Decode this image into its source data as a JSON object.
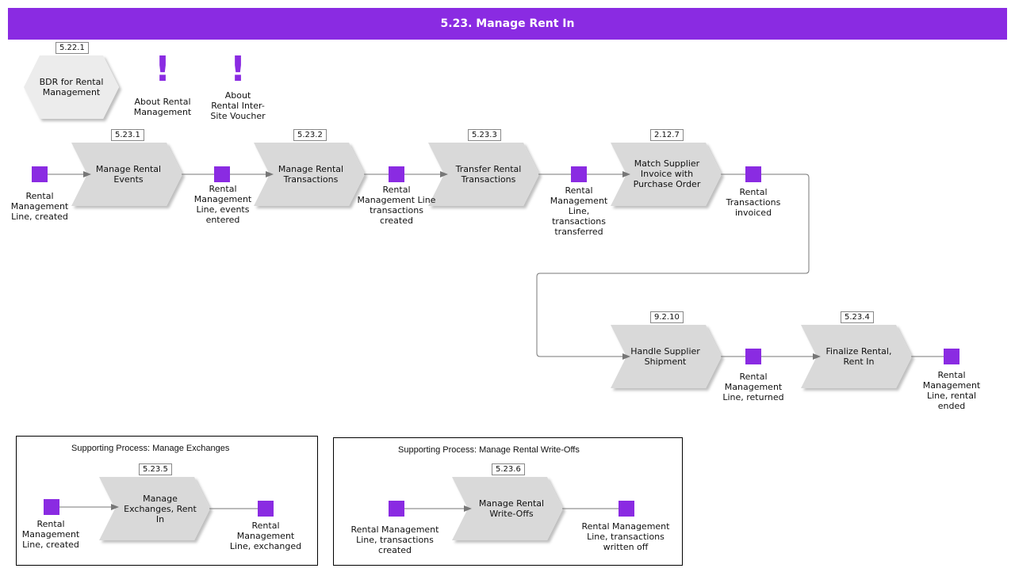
{
  "header": {
    "title": "5.23. Manage Rent In"
  },
  "top_items": {
    "bdr": {
      "ref": "5.22.1",
      "label": "BDR for Rental Management"
    },
    "about_rental": {
      "label": "About Rental Management"
    },
    "about_voucher": {
      "label": "About Rental Inter-Site Voucher"
    }
  },
  "flow": {
    "processes": [
      {
        "ref": "5.23.1",
        "label": "Manage Rental Events"
      },
      {
        "ref": "5.23.2",
        "label": "Manage Rental Transactions"
      },
      {
        "ref": "5.23.3",
        "label": "Transfer Rental Transactions"
      },
      {
        "ref": "2.12.7",
        "label": "Match Supplier Invoice with Purchase Order"
      },
      {
        "ref": "9.2.10",
        "label": "Handle Supplier Shipment"
      },
      {
        "ref": "5.23.4",
        "label": "Finalize Rental, Rent In"
      }
    ],
    "events": [
      "Rental Management Line, created",
      "Rental Management Line, events entered",
      "Rental Management Line transactions created",
      "Rental Management Line, transactions transferred",
      "Rental Transactions invoiced",
      "Rental Management Line, returned",
      "Rental Management Line, rental ended"
    ]
  },
  "supporting": [
    {
      "title": "Supporting Process: Manage Exchanges",
      "ref": "5.23.5",
      "process": "Manage Exchanges, Rent In",
      "start_event": "Rental Management Line, created",
      "end_event": "Rental Management Line, exchanged"
    },
    {
      "title": "Supporting Process: Manage Rental Write-Offs",
      "ref": "5.23.6",
      "process": "Manage Rental Write-Offs",
      "start_event": "Rental Management Line, transactions created",
      "end_event": "Rental Management Line, transactions written off"
    }
  ],
  "colors": {
    "accent": "#8a2be2",
    "process_fill": "#d9d9d9",
    "connector": "#777777"
  },
  "icons": {
    "info": "exclamation-icon",
    "bdr": "hexagon-shape"
  }
}
